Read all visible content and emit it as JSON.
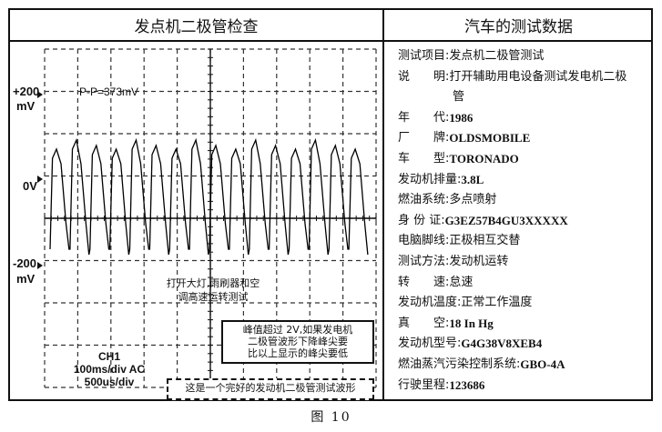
{
  "left_panel": {
    "title": "发点机二极管检查",
    "scope": {
      "y_top_label_value": "+200",
      "y_top_label_unit": "mV",
      "y_zero_label": "0V",
      "y_bottom_label_value": "-200",
      "y_bottom_label_unit": "mV",
      "pp_reading": "P-P=373mV",
      "condition_note": [
        "打开大灯,雨刷器和空",
        "调高速运转测试"
      ],
      "warning_box": [
        "峰值超过 2V,如果发电机",
        "二极管波形下降峰尖要",
        "比以上显示的峰尖要低"
      ],
      "channel_info": [
        "CH1",
        "100ms/div AC",
        "500us/div"
      ],
      "conclusion": "这是一个完好的发动机二极管测试波形"
    }
  },
  "right_panel": {
    "title": "汽车的测试数据",
    "rows": [
      {
        "k": "测试项目:",
        "v": "发点机二极管测试",
        "cn": true
      },
      {
        "k": "说　　明:",
        "v": "打开辅助用电设备测试发电机二极",
        "cn": true
      },
      {
        "k": "",
        "v": "管",
        "cn": true,
        "cont": true
      },
      {
        "k": "年　　代:",
        "v": "1986",
        "cn": false
      },
      {
        "k": "厂　　牌:",
        "v": "OLDSMOBILE",
        "cn": false
      },
      {
        "k": "车　　型:",
        "v": "TORONADO",
        "cn": false
      },
      {
        "k": "发动机排量:",
        "v": "3.8L",
        "cn": false
      },
      {
        "k": "燃油系统:",
        "v": "多点喷射",
        "cn": true
      },
      {
        "k": "身 份 证:",
        "v": "G3EZ57B4GU3XXXXX",
        "cn": false
      },
      {
        "k": "电脑脚线:",
        "v": "正极相互交替",
        "cn": true
      },
      {
        "k": "测试方法:",
        "v": "发动机运转",
        "cn": true
      },
      {
        "k": "转　　速:",
        "v": "怠速",
        "cn": true
      },
      {
        "k": "发动机温度:",
        "v": "正常工作温度",
        "cn": true
      },
      {
        "k": "真　　空:",
        "v": "18 In Hg",
        "cn": false
      },
      {
        "k": "发动机型号:",
        "v": "G4G38V8XEB4",
        "cn": false
      },
      {
        "k": "燃油蒸汽污染控制系统:",
        "v": "GBO-4A",
        "cn": false
      },
      {
        "k": "行驶里程:",
        "v": "123686",
        "cn": false
      }
    ]
  },
  "figure_caption": "图 10"
}
